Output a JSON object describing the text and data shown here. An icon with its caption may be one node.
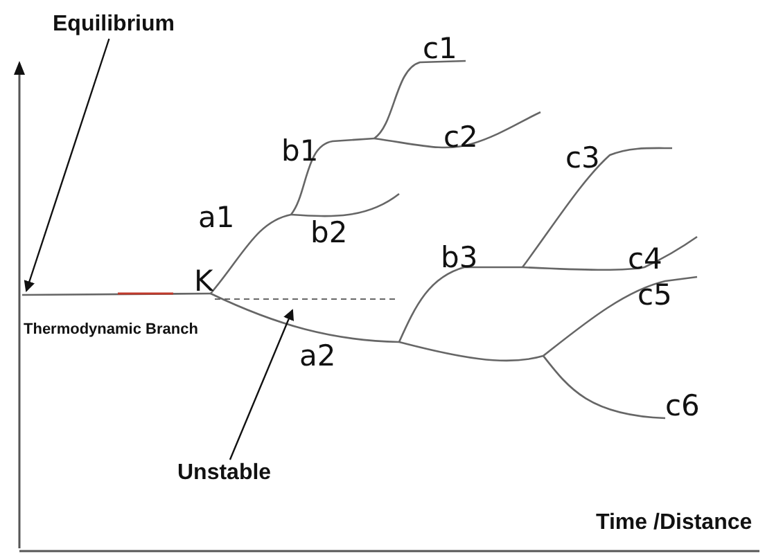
{
  "diagram": {
    "nodes": [
      {
        "text": [
          "Equilibrium"
        ]
      },
      {
        "text": [
          "Unstable"
        ]
      }
    ],
    "edges": [
      {
        "from": 0,
        "to": null,
        "arrow": "to"
      },
      {
        "from": 1,
        "to": null,
        "arrow": "to"
      }
    ],
    "labels": [
      "c1",
      "b1",
      "c2",
      "c3",
      "a1",
      "b2",
      "K",
      "b3",
      "c4",
      "c5",
      "Thermodynamic Branch",
      "a2",
      "c6",
      "Time /Distance"
    ]
  }
}
